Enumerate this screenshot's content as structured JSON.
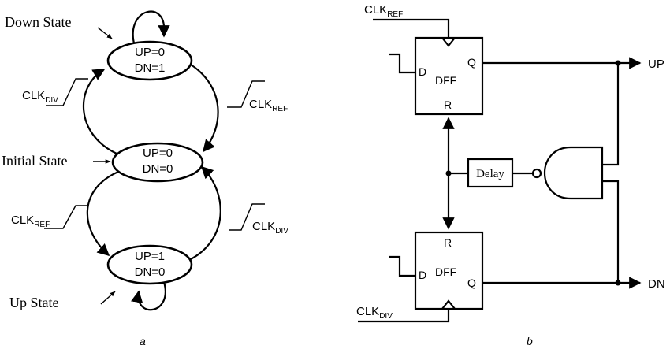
{
  "panel_a": {
    "caption": "a",
    "states": {
      "down": {
        "name": "Down State",
        "line1": "UP=0",
        "line2": "DN=1"
      },
      "initial": {
        "name": "Initial State",
        "line1": "UP=0",
        "line2": "DN=0"
      },
      "up": {
        "name": "Up State",
        "line1": "UP=1",
        "line2": "DN=0"
      }
    },
    "transitions": {
      "init_to_down": {
        "base": "CLK",
        "sub": "DIV"
      },
      "down_to_init": {
        "base": "CLK",
        "sub": "REF"
      },
      "init_to_up": {
        "base": "CLK",
        "sub": "REF"
      },
      "up_to_init": {
        "base": "CLK",
        "sub": "DIV"
      }
    }
  },
  "panel_b": {
    "caption": "b",
    "clk_ref": {
      "base": "CLK",
      "sub": "REF"
    },
    "clk_div": {
      "base": "CLK",
      "sub": "DIV"
    },
    "dff_top": {
      "label": "DFF",
      "d": "D",
      "q": "Q",
      "r": "R"
    },
    "dff_bottom": {
      "label": "DFF",
      "d": "D",
      "q": "Q",
      "r": "R"
    },
    "delay": "Delay",
    "out_up": "UP",
    "out_dn": "DN"
  }
}
